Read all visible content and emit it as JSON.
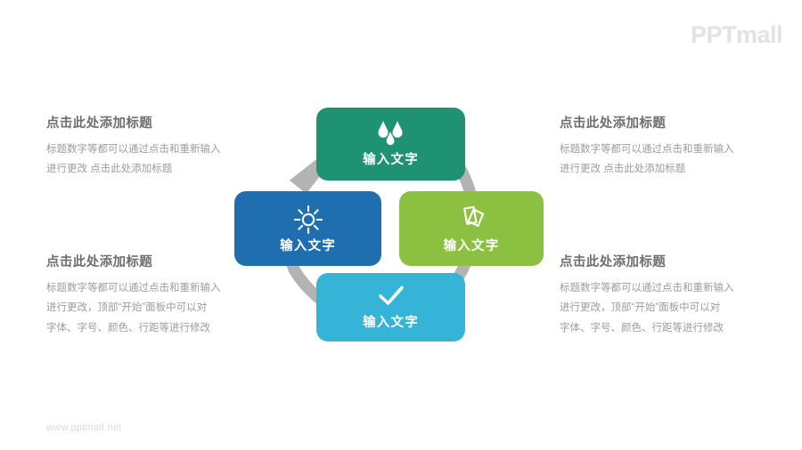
{
  "brand": {
    "logo": "PPTmall",
    "site_url": "www.pptmall.net",
    "logo_color": "#e2e2e2",
    "url_color": "#d9d9d9"
  },
  "diagram": {
    "type": "cycle",
    "ring_color": "#b3b3b3",
    "nodes": [
      {
        "position": "top",
        "label": "输入文字",
        "icon": "water-drops-icon",
        "color": "#1f9274"
      },
      {
        "position": "right",
        "label": "输入文字",
        "icon": "documents-icon",
        "color": "#8cc041"
      },
      {
        "position": "bottom",
        "label": "输入文字",
        "icon": "check-icon",
        "color": "#36b4d8"
      },
      {
        "position": "left",
        "label": "输入文字",
        "icon": "sun-icon",
        "color": "#1f6eb0"
      }
    ]
  },
  "text_blocks": {
    "top_left": {
      "title": "点击此处添加标题",
      "lines": [
        "标题数字等都可以通过点击和重新输入",
        "进行更改 点击此处添加标题"
      ]
    },
    "top_right": {
      "title": "点击此处添加标题",
      "lines": [
        "标题数字等都可以通过点击和重新输入",
        "进行更改 点击此处添加标题"
      ]
    },
    "bottom_left": {
      "title": "点击此处添加标题",
      "lines": [
        "标题数字等都可以通过点击和重新输入",
        "进行更改，顶部“开始”面板中可以对",
        "字体、字号、颜色、行距等进行修改"
      ]
    },
    "bottom_right": {
      "title": "点击此处添加标题",
      "lines": [
        "标题数字等都可以通过点击和重新输入",
        "进行更改，顶部“开始”面板中可以对",
        "字体、字号、颜色、行距等进行修改"
      ]
    }
  },
  "colors": {
    "title_text": "#6d6e71",
    "body_text": "#9b9c9e",
    "background": "#ffffff"
  }
}
